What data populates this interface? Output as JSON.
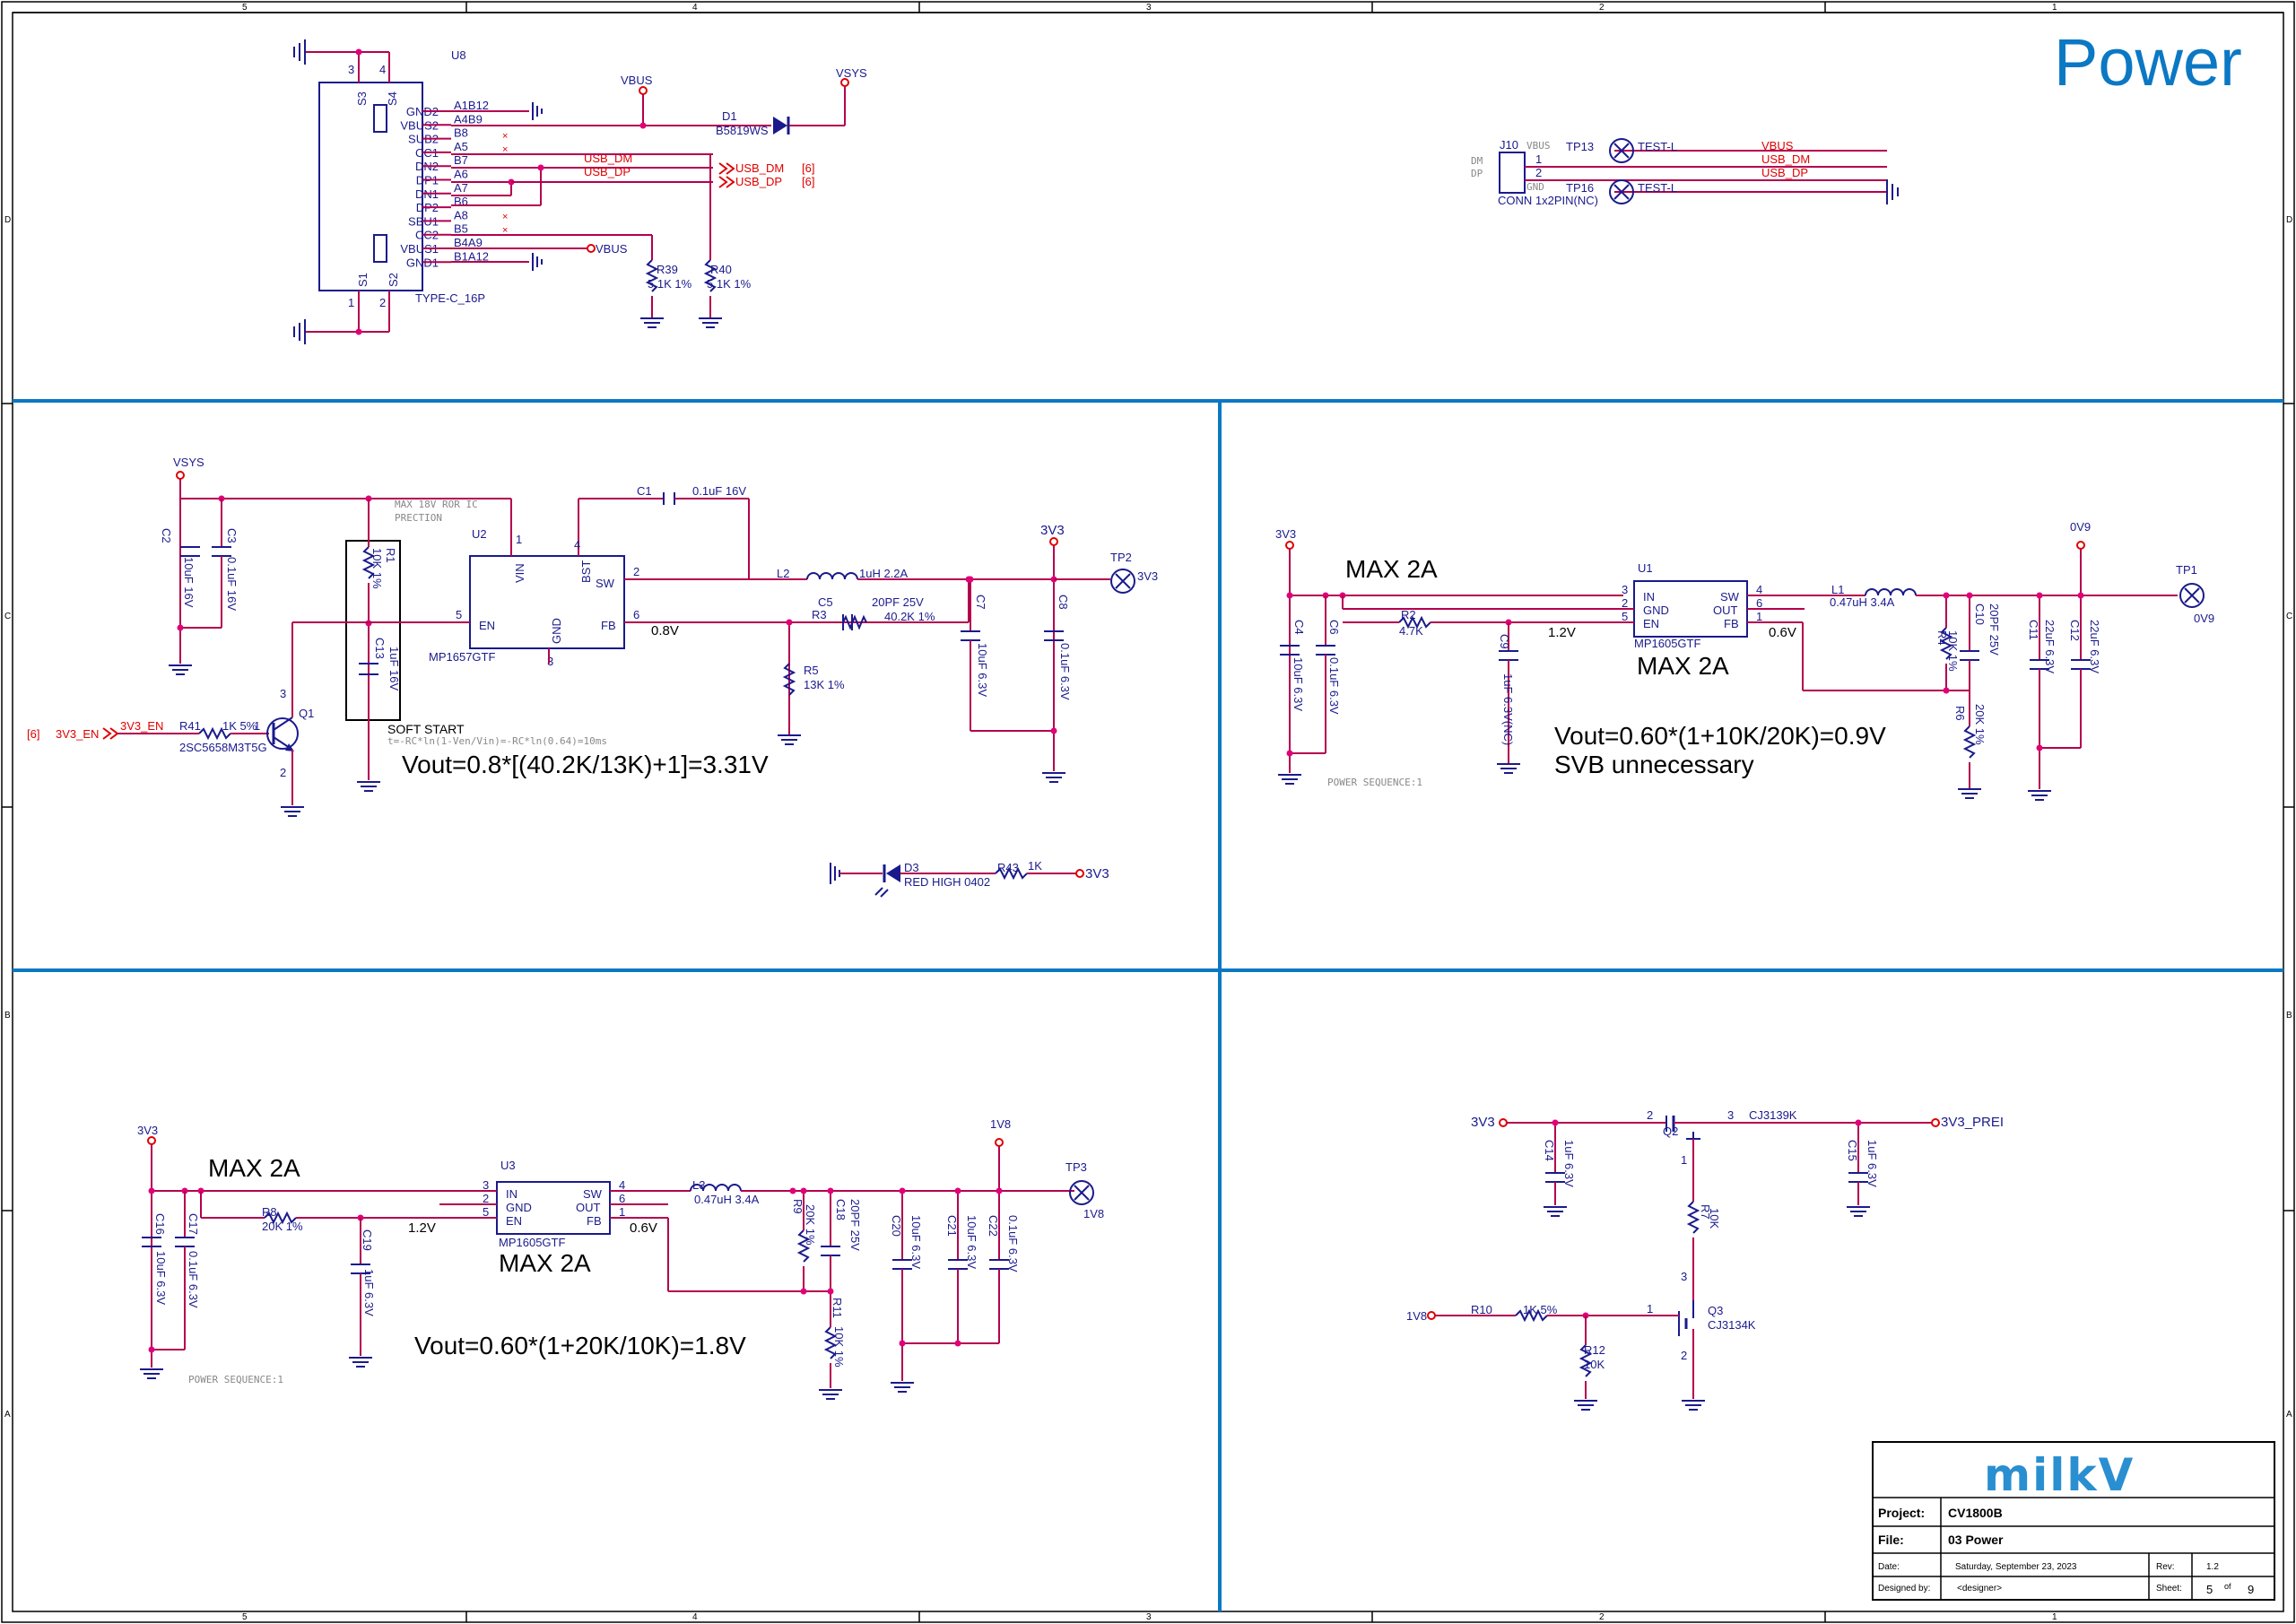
{
  "sheet": {
    "title": "Power",
    "col_labels": [
      "5",
      "4",
      "3",
      "2",
      "1"
    ],
    "row_labels": [
      "D",
      "C",
      "B",
      "A"
    ]
  },
  "title_block": {
    "logo": "milkV",
    "project_label": "Project:",
    "project": "CV1800B",
    "file_label": "File:",
    "file": "03 Power",
    "date_label": "Date:",
    "date": "Saturday, September 23, 2023",
    "rev_label": "Rev:",
    "rev": "1.2",
    "designed_label": "Designed by:",
    "designer": "<designer>",
    "sheet_label": "Sheet:",
    "sheet_num": "5",
    "of_label": "of",
    "sheet_total": "9"
  },
  "usbc": {
    "ref": "U8",
    "part": "TYPE-C_16P",
    "left_pins": [
      "GND2",
      "VBUS2",
      "SUB2",
      "CC1",
      "DN2",
      "DP1",
      "DN1",
      "DP2",
      "SBU1",
      "CC2",
      "VBUS1",
      "GND1"
    ],
    "right_pins": [
      "A1B12",
      "A4B9",
      "B8",
      "A5",
      "B7",
      "A6",
      "A7",
      "B6",
      "A8",
      "B5",
      "B4A9",
      "B1A12"
    ],
    "shell_pins": [
      "S3",
      "S4",
      "S1",
      "S2"
    ],
    "nums": [
      "3",
      "4",
      "1",
      "2"
    ],
    "vbus": "VBUS",
    "vsys": "VSYS",
    "diode_ref": "D1",
    "diode_part": "B5819WS",
    "usb_dm": "USB_DM",
    "usb_dp": "USB_DP",
    "ref6a": "[6]",
    "ref6b": "[6]",
    "vbus2": "VBUS",
    "r39": "R39",
    "r39v": "5.1K 1%",
    "r40": "R40",
    "r40v": "5.1K 1%"
  },
  "conn": {
    "ref": "J10",
    "part": "CONN 1x2PIN(NC)",
    "dm": "DM",
    "dp": "DP",
    "vbus_pin": "VBUS",
    "gnd_pin": "GND",
    "p1": "1",
    "p2": "2",
    "tp13": "TP13",
    "tp16": "TP16",
    "testl1": "TEST-L",
    "testl2": "TEST-L",
    "net_vbus": "VBUS",
    "net_dm": "USB_DM",
    "net_dp": "USB_DP"
  },
  "buck3v3": {
    "vsys": "VSYS",
    "note": "MAX 18V ROR IC\nPRECTION",
    "note1": "MAX 18V ROR IC",
    "note2": "PRECTION",
    "c2": "C2",
    "c2v": "10uF 16V",
    "c3": "C3",
    "c3v": "0.1uF 16V",
    "r1": "R1",
    "r1v": "10K 1%",
    "c13": "C13",
    "c13v": "1uF 16V",
    "u2": "U2",
    "u2p": "MP1657GTF",
    "vin": "VIN",
    "bst": "BST",
    "sw": "SW",
    "en": "EN",
    "fb": "FB",
    "gnd": "GND",
    "pin1": "1",
    "pin4": "4",
    "pin2": "2",
    "pin6": "6",
    "pin5": "5",
    "pin3": "3",
    "c1": "C1",
    "c1v": "0.1uF 16V",
    "l2": "L2",
    "l2v": "1uH 2.2A",
    "c5": "C5",
    "c5v": "20PF 25V",
    "r3": "R3",
    "r3v": "40.2K 1%",
    "fbv": "0.8V",
    "r5": "R5",
    "r5v": "13K 1%",
    "c7": "C7",
    "c7v": "10uF 6.3V",
    "c8": "C8",
    "c8v": "0.1uF 6.3V",
    "out": "3V3",
    "tp2": "TP2",
    "tp2n": "3V3",
    "soft": "SOFT START",
    "softeq": "t=-RC*ln(1-Ven/Vin)=-RC*ln(0.64)=10ms",
    "eq": "Vout=0.8*[(40.2K/13K)+1]=3.31V",
    "en_net": "3V3_EN",
    "en_ref": "[6]",
    "r41": "R41",
    "r41v": "1K 5%",
    "q1": "Q1",
    "q1p": "2SC5658M3T5G",
    "q1_3": "3",
    "q1_2": "2",
    "q1_1": "1",
    "d3": "D3",
    "d3p": "RED HIGH 0402",
    "r43": "R43",
    "r43v": "1K",
    "led_net": "3V3"
  },
  "buck0v9": {
    "in": "3V3",
    "max1": "MAX 2A",
    "max2": "MAX 2A",
    "c4": "C4",
    "c4v": "10uF 6.3V",
    "c6": "C6",
    "c6v": "0.1uF 6.3V",
    "r2": "R2",
    "r2v": "4.7K",
    "c9": "C9",
    "c9v": "1uF 6.3V(NC)",
    "env": "1.2V",
    "u1": "U1",
    "u1p": "MP1605GTF",
    "in_p": "IN",
    "gnd_p": "GND",
    "en_p": "EN",
    "sw_p": "SW",
    "out_p": "OUT",
    "fb_p": "FB",
    "p3": "3",
    "p2": "2",
    "p5": "5",
    "p4": "4",
    "p6": "6",
    "p1": "1",
    "l1": "L1",
    "l1v": "0.47uH 3.4A",
    "fbv": "0.6V",
    "r4": "R4",
    "r4v": "10K 1%",
    "c10": "C10",
    "c10v": "20PF 25V",
    "r6": "R6",
    "r6v": "20K 1%",
    "c11": "C11",
    "c11v": "22uF 6.3V",
    "c12": "C12",
    "c12v": "22uF 6.3V",
    "out": "0V9",
    "tp1": "TP1",
    "tp1n": "0V9",
    "seq": "POWER SEQUENCE:1",
    "eq": "Vout=0.60*(1+10K/20K)=0.9V",
    "note": "SVB unnecessary"
  },
  "buck1v8": {
    "in": "3V3",
    "max1": "MAX 2A",
    "max2": "MAX 2A",
    "c16": "C16",
    "c16v": "10uF 6.3V",
    "c17": "C17",
    "c17v": "0.1uF 6.3V",
    "r8": "R8",
    "r8v": "20K 1%",
    "c19": "C19",
    "c19v": "1uF 6.3V",
    "env": "1.2V",
    "u3": "U3",
    "u3p": "MP1605GTF",
    "in_p": "IN",
    "gnd_p": "GND",
    "en_p": "EN",
    "sw_p": "SW",
    "out_p": "OUT",
    "fb_p": "FB",
    "p3": "3",
    "p2": "2",
    "p5": "5",
    "p4": "4",
    "p6": "6",
    "p1": "1",
    "l3": "L3",
    "l3v": "0.47uH 3.4A",
    "fbv": "0.6V",
    "r9": "R9",
    "r9v": "20K 1%",
    "c18": "C18",
    "c18v": "20PF 25V",
    "r11": "R11",
    "r11v": "10K 1%",
    "c20": "C20",
    "c20v": "10uF 6.3V",
    "c21": "C21",
    "c21v": "10uF 6.3V",
    "c22": "C22",
    "c22v": "0.1uF 6.3V",
    "out": "1V8",
    "tp3": "TP3",
    "tp3n": "1V8",
    "seq": "POWER SEQUENCE:1",
    "eq": "Vout=0.60*(1+20K/10K)=1.8V"
  },
  "switch": {
    "in": "3V3",
    "out": "3V3_PREI",
    "q2": "Q2",
    "q2p": "CJ3139K",
    "p2": "2",
    "p3": "3",
    "p1": "1",
    "c14": "C14",
    "c14v": "1uF 6.3V",
    "c15": "C15",
    "c15v": "1uF 6.3V",
    "r7": "R7",
    "r7v": "10K",
    "q3": "Q3",
    "q3p": "CJ3134K",
    "q3_3": "3",
    "q3_1": "1",
    "q3_2": "2",
    "ctl": "1V8",
    "r10": "R10",
    "r10v": "1K 5%",
    "r12": "R12",
    "r12v": "10K"
  },
  "colors": {
    "wire": "#b4004e",
    "comp": "#1a1a8c",
    "net": "#e00000",
    "frame": "#0b78c4",
    "border": "#000000",
    "title": "#0b78c4",
    "logo": "#2a8fd0"
  }
}
